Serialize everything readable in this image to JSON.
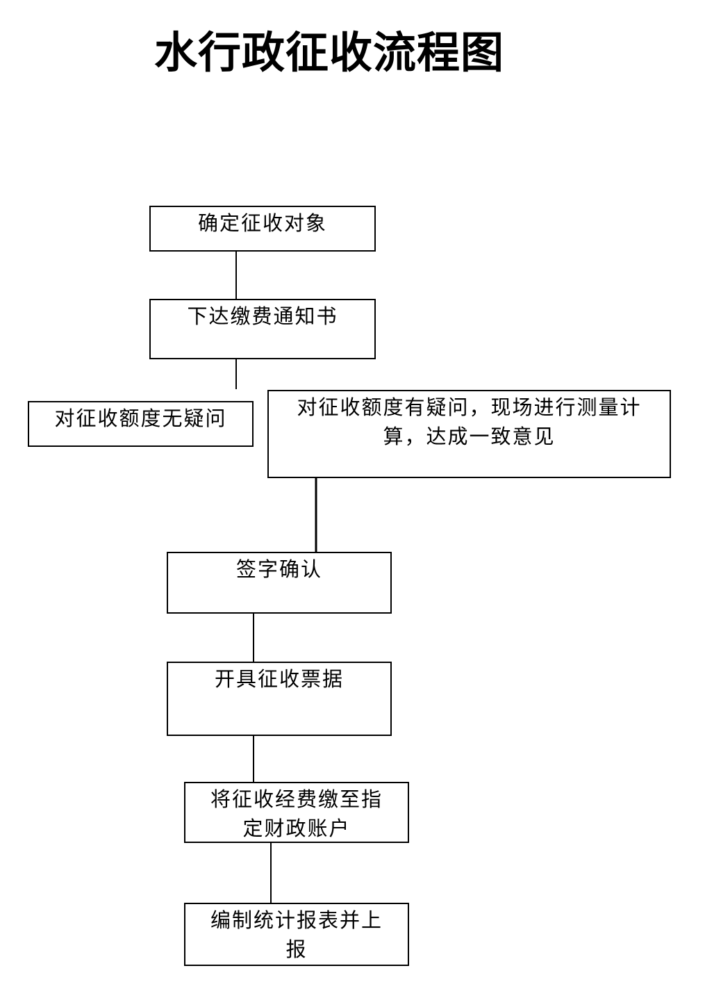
{
  "title": "水行政征收流程图",
  "colors": {
    "line": "#000000",
    "box_border": "#000000",
    "background": "#ffffff"
  },
  "nodes": {
    "determine_target": "确定征收对象",
    "issue_notice": "下达缴费通知书",
    "no_doubt": "对征收额度无疑问",
    "has_doubt": "对征收额度有疑问，现场进行测量计算，达成一致意见",
    "sign_confirm": "签字确认",
    "issue_receipt": "开具征收票据",
    "pay_to_account": "将征收经费缴至指定财政账户",
    "compile_report": "编制统计报表并上报"
  }
}
